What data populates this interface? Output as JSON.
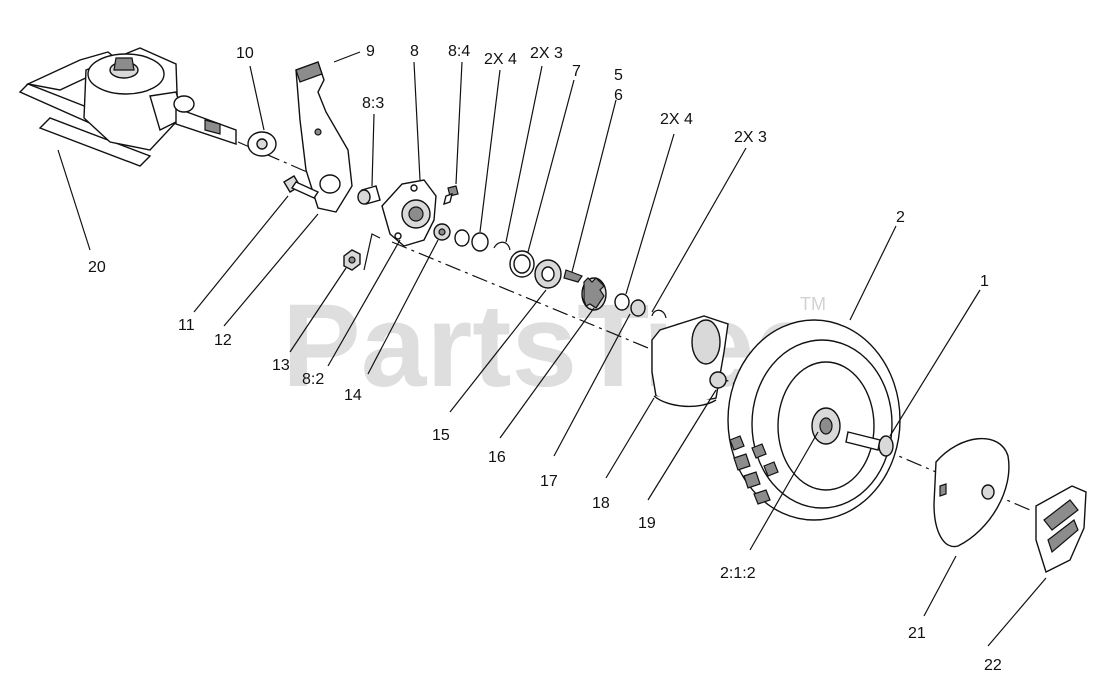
{
  "watermark": {
    "brand": "PartsTree",
    "trademark": "TM"
  },
  "callouts": [
    {
      "id": "c10",
      "text": "10"
    },
    {
      "id": "c9",
      "text": "9"
    },
    {
      "id": "c8",
      "text": "8"
    },
    {
      "id": "c84",
      "text": "8:4"
    },
    {
      "id": "c2x4a",
      "text": "2X 4"
    },
    {
      "id": "c2x3a",
      "text": "2X 3"
    },
    {
      "id": "c7",
      "text": "7"
    },
    {
      "id": "c5",
      "text": "5"
    },
    {
      "id": "c6",
      "text": "6"
    },
    {
      "id": "c83",
      "text": "8:3"
    },
    {
      "id": "c2x4b",
      "text": "2X 4"
    },
    {
      "id": "c2x3b",
      "text": "2X 3"
    },
    {
      "id": "c2",
      "text": "2"
    },
    {
      "id": "c1",
      "text": "1"
    },
    {
      "id": "c20",
      "text": "20"
    },
    {
      "id": "c11",
      "text": "11"
    },
    {
      "id": "c12",
      "text": "12"
    },
    {
      "id": "c13",
      "text": "13"
    },
    {
      "id": "c82",
      "text": "8:2"
    },
    {
      "id": "c14",
      "text": "14"
    },
    {
      "id": "c15",
      "text": "15"
    },
    {
      "id": "c16",
      "text": "16"
    },
    {
      "id": "c17",
      "text": "17"
    },
    {
      "id": "c18",
      "text": "18"
    },
    {
      "id": "c19",
      "text": "19"
    },
    {
      "id": "c212",
      "text": "2:1:2"
    },
    {
      "id": "c21",
      "text": "21"
    },
    {
      "id": "c22",
      "text": "22"
    }
  ]
}
